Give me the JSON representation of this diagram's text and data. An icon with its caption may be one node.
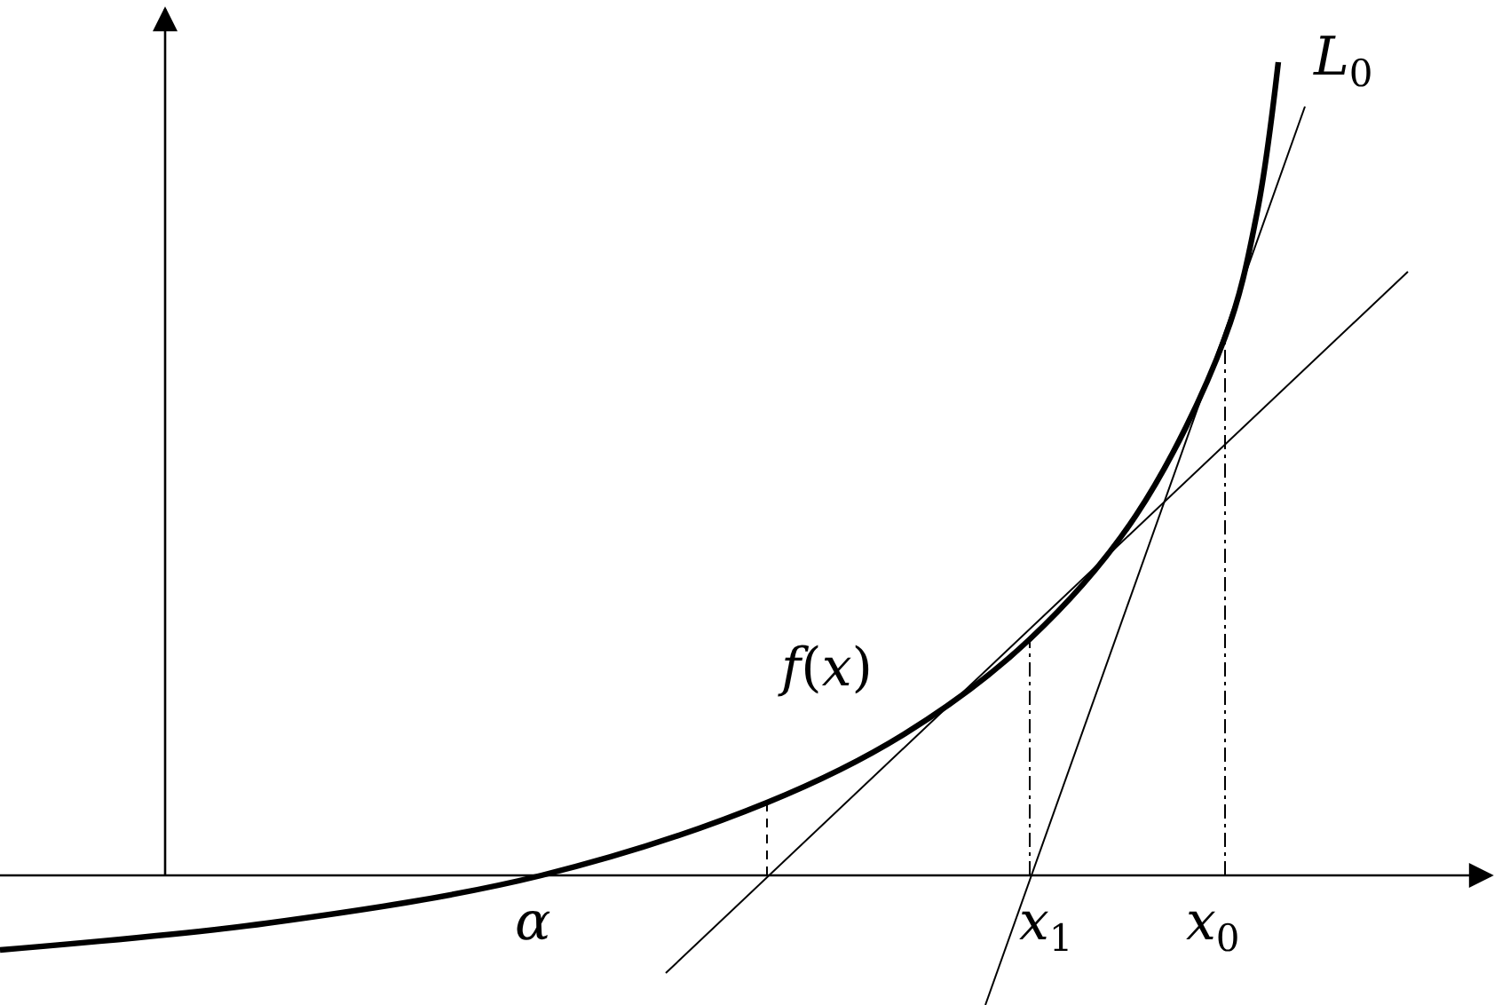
{
  "diagram": {
    "labels": [
      "*L*$_{0}$",
      "*f*(*x*)",
      "*α*",
      "*x*$_{1}$",
      "*x*$_{0}$"
    ]
  }
}
